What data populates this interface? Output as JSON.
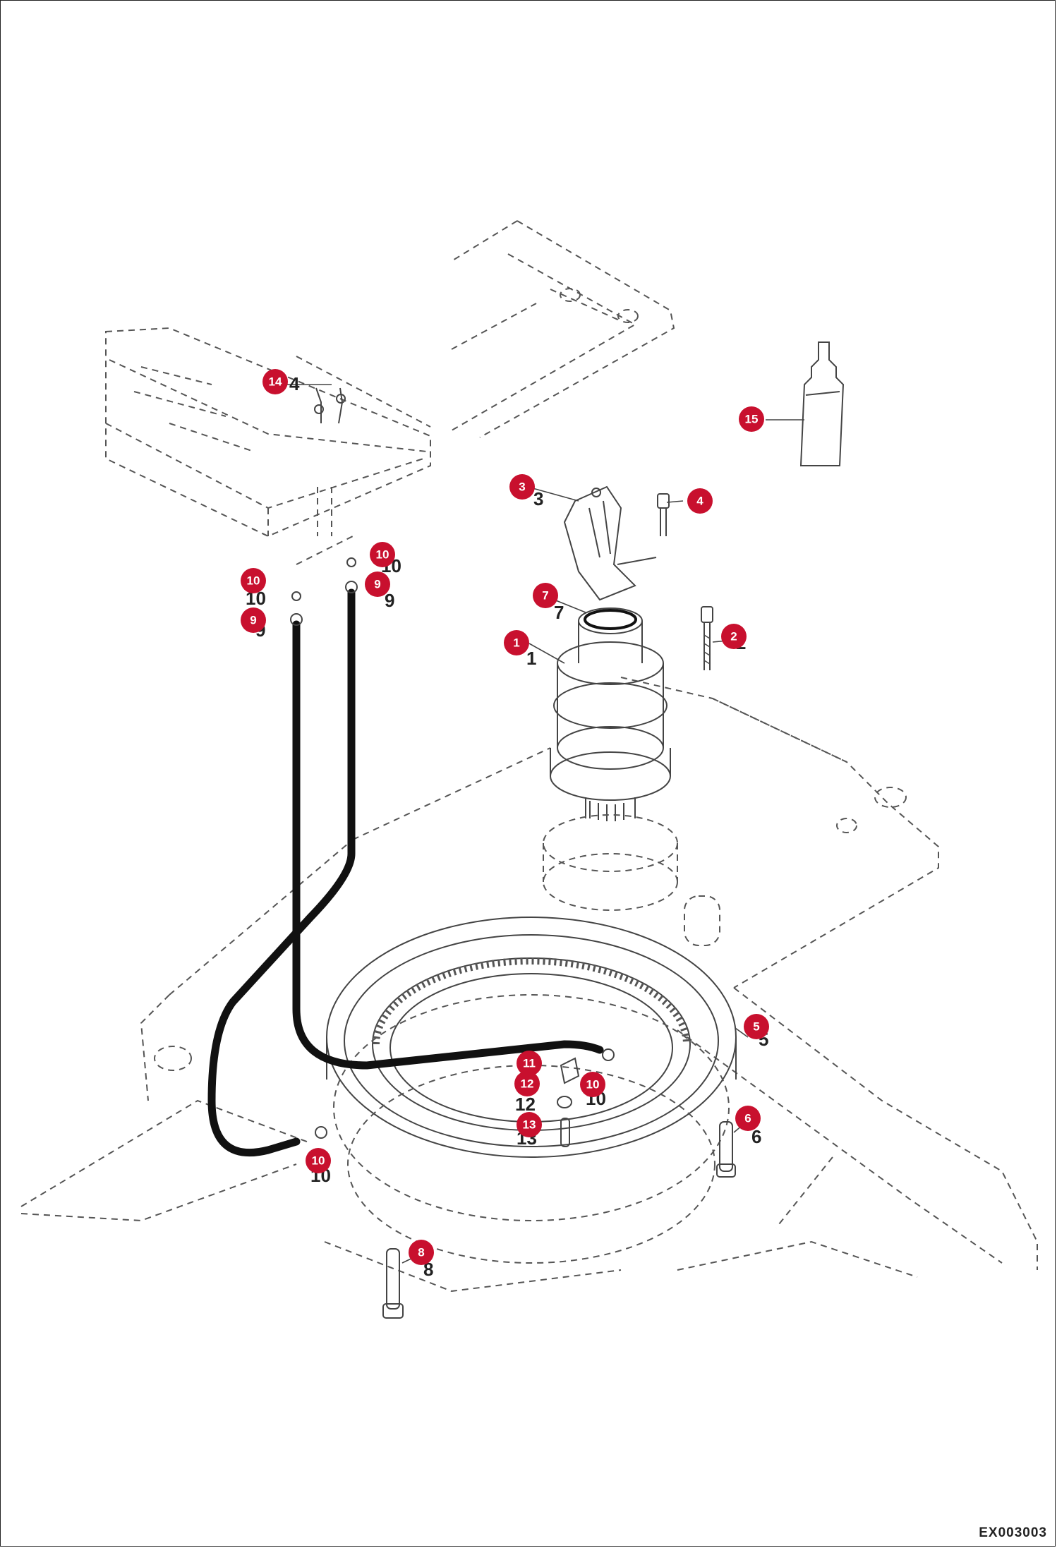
{
  "drawing_code": "EX003003",
  "callouts": [
    {
      "id": "1",
      "label": "1"
    },
    {
      "id": "2",
      "label": "2"
    },
    {
      "id": "3",
      "label": "3"
    },
    {
      "id": "4",
      "label": "4"
    },
    {
      "id": "5",
      "label": "5"
    },
    {
      "id": "6",
      "label": "6"
    },
    {
      "id": "7",
      "label": "7"
    },
    {
      "id": "8",
      "label": "8"
    },
    {
      "id": "9a",
      "label": "9"
    },
    {
      "id": "9b",
      "label": "9"
    },
    {
      "id": "10a",
      "label": "10"
    },
    {
      "id": "10b",
      "label": "10"
    },
    {
      "id": "10c",
      "label": "10"
    },
    {
      "id": "10d",
      "label": "10"
    },
    {
      "id": "11",
      "label": "11"
    },
    {
      "id": "12",
      "label": "12"
    },
    {
      "id": "13",
      "label": "13"
    },
    {
      "id": "14",
      "label": "14"
    },
    {
      "id": "15",
      "label": "15"
    }
  ],
  "part_numbers": {
    "n1": "1",
    "n2": "2",
    "n3": "3",
    "n4": "4",
    "n5": "5",
    "n6": "6",
    "n7": "7",
    "n8": "8",
    "n9a": "9",
    "n9b": "9",
    "n10a": "10",
    "n10b": "10",
    "n10c": "10",
    "n10d": "10",
    "n12": "12",
    "n13": "13"
  },
  "colors": {
    "callout": "#c8102e",
    "line": "#444444",
    "hose": "#111111"
  }
}
